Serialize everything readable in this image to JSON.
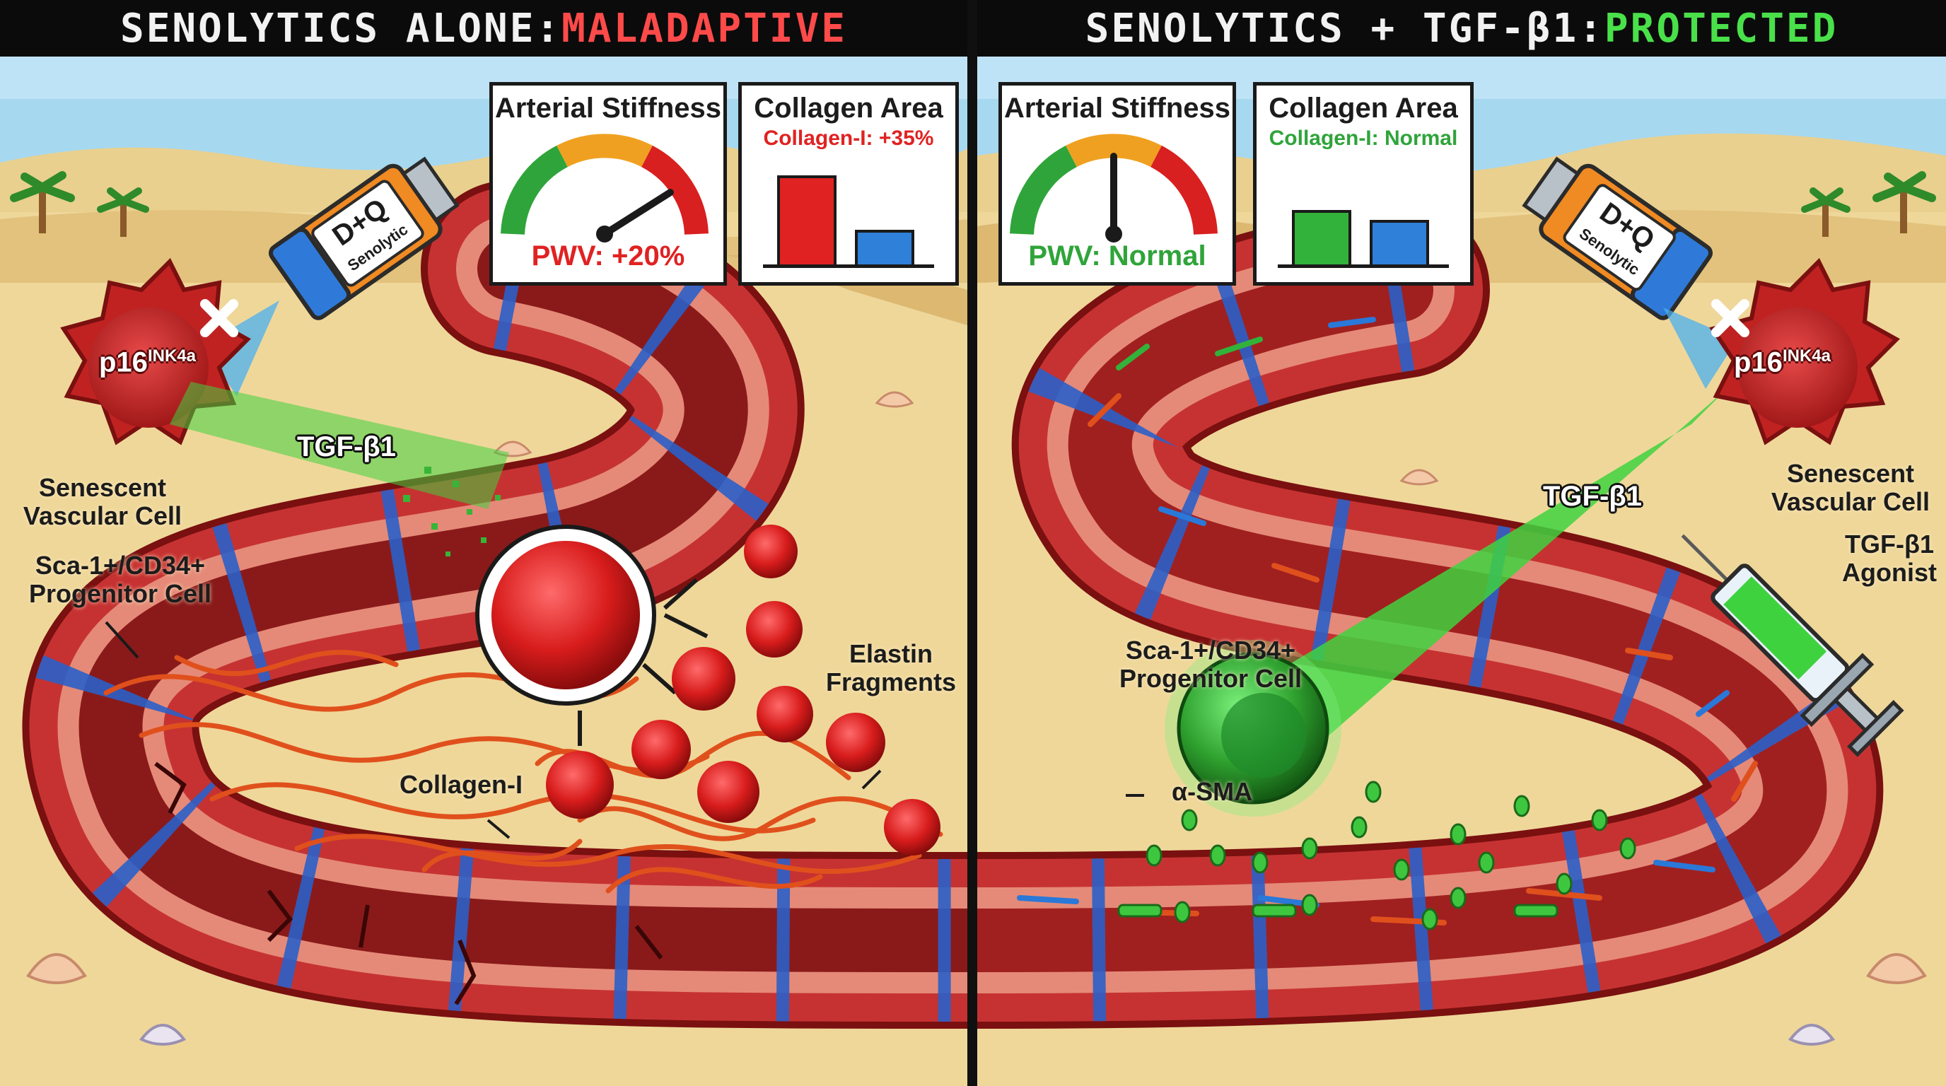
{
  "header": {
    "left_prefix": "SENOLYTICS ALONE: ",
    "left_status": "MALADAPTIVE",
    "right_prefix": "SENOLYTICS + TGF-β1: ",
    "right_status": "PROTECTED"
  },
  "left_panel": {
    "stiffness": {
      "title": "Arterial Stiffness",
      "value": "PWV: +20%",
      "gauge_level": 0.82
    },
    "collagen": {
      "title": "Collagen Area",
      "subtitle": "Collagen-I: +35%",
      "bars": [
        {
          "color": "#e02222",
          "level": 0.9
        },
        {
          "color": "#2f80d8",
          "level": 0.35
        }
      ]
    },
    "drug_label": "D+Q",
    "drug_sub": "Senolytic",
    "marker_base": "p16",
    "marker_sup": "INK4a",
    "senescent_label": "Senescent Vascular Cell",
    "tgf_label": "TGF-β1",
    "progenitor_label": "Sca-1+/CD34+ Progenitor Cell",
    "collagen_label": "Collagen-I",
    "elastin_label": "Elastin Fragments"
  },
  "right_panel": {
    "stiffness": {
      "title": "Arterial Stiffness",
      "value": "PWV: Normal",
      "gauge_level": 0.5
    },
    "collagen": {
      "title": "Collagen Area",
      "subtitle": "Collagen-I: Normal",
      "bars": [
        {
          "color": "#32b23a",
          "level": 0.55
        },
        {
          "color": "#2f80d8",
          "level": 0.45
        }
      ]
    },
    "drug_label": "D+Q",
    "drug_sub": "Senolytic",
    "marker_base": "p16",
    "marker_sup": "INK4a",
    "senescent_label": "Senescent Vascular Cell",
    "tgf_label": "TGF-β1",
    "agonist_label": "TGF-β1 Agonist",
    "progenitor_label": "Sca-1+/CD34+ Progenitor Cell",
    "asma_label": "α-SMA"
  },
  "colors": {
    "bad": "#ff4a4a",
    "good": "#49e04a",
    "sand": "#efd79a",
    "sky": "#9fd4ee",
    "vessel": "#c63232",
    "tgf": "#3fd23f",
    "collagen_fiber": "#e0501c"
  }
}
